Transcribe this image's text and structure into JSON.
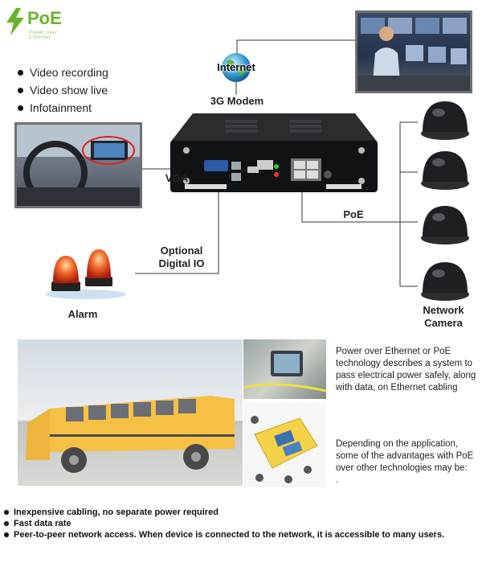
{
  "logo": {
    "text": "PoE",
    "tagline": "Power over Ethernet"
  },
  "features_top": [
    "Video recording",
    "Video show live",
    "Infotainment"
  ],
  "labels": {
    "internet": "Internet",
    "modem": "3G Modem",
    "vga": "VGA",
    "poe": "PoE",
    "digital_io_line1": "Optional",
    "digital_io_line2": "Digital IO",
    "alarm": "Alarm",
    "camera_line1": "Network",
    "camera_line2": "Camera"
  },
  "description1": "Power over Ethernet or PoE technology describes a system to pass electrical power safely, along with data, on Ethernet cabling",
  "description2": "Depending on the application, some of the advantages with PoE over other technologies may be:",
  "description2_tail": ".",
  "advantages": [
    "Inexpensive cabling, no separate power required",
    "Fast data rate",
    "Peer-to-peer network access. When device is connected to the network, it is accessible to many users."
  ],
  "colors": {
    "logo_green": "#6ab42d",
    "line": "#333333",
    "alarm_red": "#e0401c",
    "photo_frame": "#707070"
  }
}
